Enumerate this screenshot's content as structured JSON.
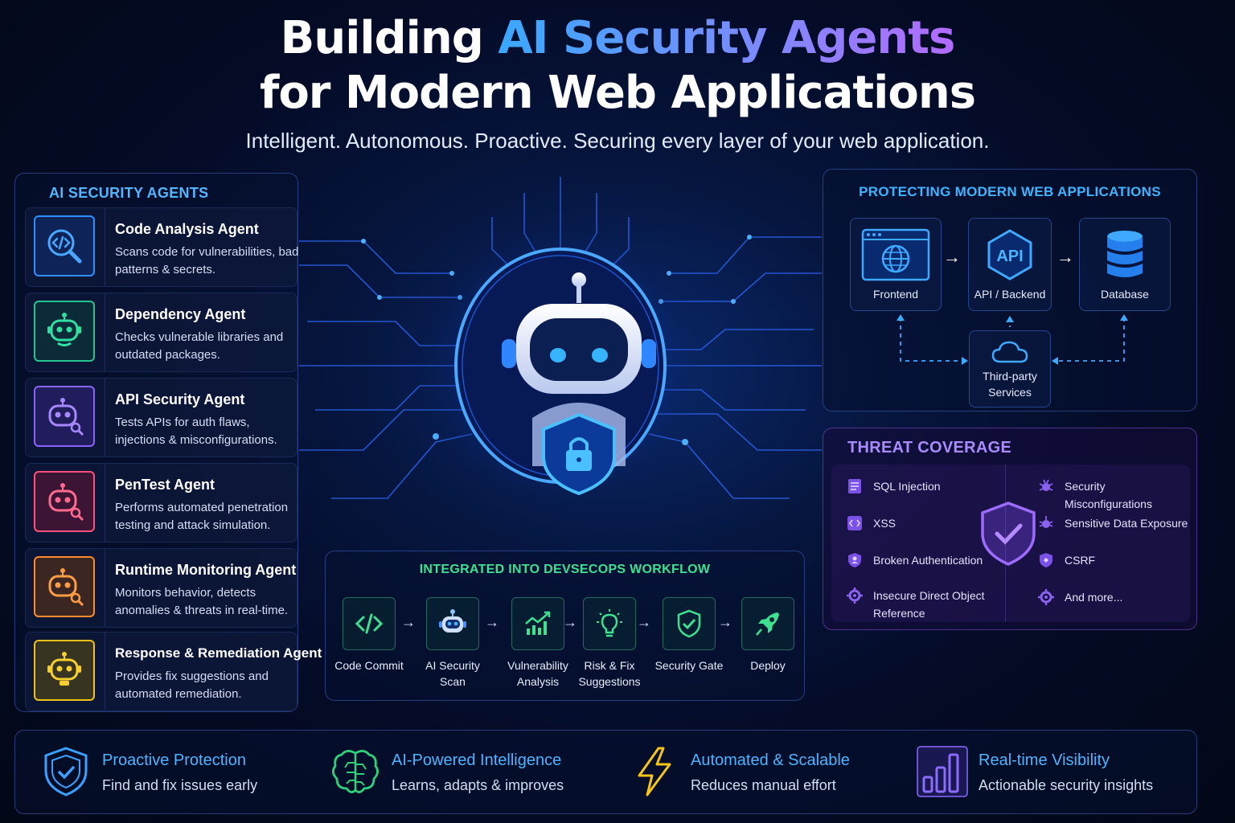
{
  "header": {
    "title_part1": "Building ",
    "title_highlight": "AI Security Agents",
    "title_line2": "for Modern Web Applications",
    "subtitle": "Intelligent. Autonomous. Proactive. Securing every layer of your web application."
  },
  "agents_panel": {
    "heading": "AI SECURITY AGENTS",
    "items": [
      {
        "name": "Code Analysis Agent",
        "desc": "Scans code for vulnerabilities, bad patterns & secrets.",
        "icon": "code-search-icon",
        "color": "#2e8fff"
      },
      {
        "name": "Dependency Agent",
        "desc": "Checks vulnerable libraries and outdated packages.",
        "icon": "robot-icon",
        "color": "#22c58f"
      },
      {
        "name": "API Security Agent",
        "desc": "Tests APIs for auth flaws, injections & misconfigurations.",
        "icon": "robot-search-icon",
        "color": "#8a63ff"
      },
      {
        "name": "PenTest Agent",
        "desc": "Performs automated penetration testing and attack simulation.",
        "icon": "robot-search-icon",
        "color": "#ff4f7a"
      },
      {
        "name": "Runtime Monitoring Agent",
        "desc": "Monitors behavior, detects anomalies & threats in real-time.",
        "icon": "robot-search-icon",
        "color": "#ff8a2a"
      },
      {
        "name": "Response & Remediation Agent",
        "desc": "Provides fix suggestions and automated remediation.",
        "icon": "robot-icon",
        "color": "#f2c21b"
      }
    ]
  },
  "workflow": {
    "heading": "INTEGRATED INTO DEVSECOPS WORKFLOW",
    "steps": [
      {
        "label": "Code Commit",
        "icon": "code-icon"
      },
      {
        "label": "AI Security Scan",
        "icon": "robot-icon"
      },
      {
        "label": "Vulnerability Analysis",
        "icon": "chart-icon"
      },
      {
        "label": "Risk & Fix Suggestions",
        "icon": "lightbulb-icon"
      },
      {
        "label": "Security Gate",
        "icon": "shield-check-icon"
      },
      {
        "label": "Deploy",
        "icon": "rocket-icon"
      }
    ],
    "arrow": "→"
  },
  "protect_panel": {
    "heading": "PROTECTING MODERN WEB APPLICATIONS",
    "nodes": {
      "frontend": "Frontend",
      "api": "API / Backend",
      "api_badge": "API",
      "database": "Database",
      "third_party": "Third-party Services"
    },
    "arrow": "→"
  },
  "threat_panel": {
    "heading": "THREAT COVERAGE",
    "left": [
      "SQL Injection",
      "XSS",
      "Broken Authentication",
      "Insecure Direct Object Reference"
    ],
    "right": [
      "Security Misconfigurations",
      "Sensitive Data Exposure",
      "CSRF",
      "And more..."
    ]
  },
  "benefits": [
    {
      "title": "Proactive Protection",
      "desc": "Find and fix issues early",
      "icon": "shield-check-icon",
      "color": "#3ba0ff"
    },
    {
      "title": "AI-Powered Intelligence",
      "desc": "Learns, adapts & improves",
      "icon": "brain-icon",
      "color": "#2fd07a"
    },
    {
      "title": "Automated & Scalable",
      "desc": "Reduces manual effort",
      "icon": "lightning-icon",
      "color": "#f5c518"
    },
    {
      "title": "Real-time Visibility",
      "desc": "Actionable security insights",
      "icon": "bar-chart-icon",
      "color": "#8c6bff"
    }
  ]
}
